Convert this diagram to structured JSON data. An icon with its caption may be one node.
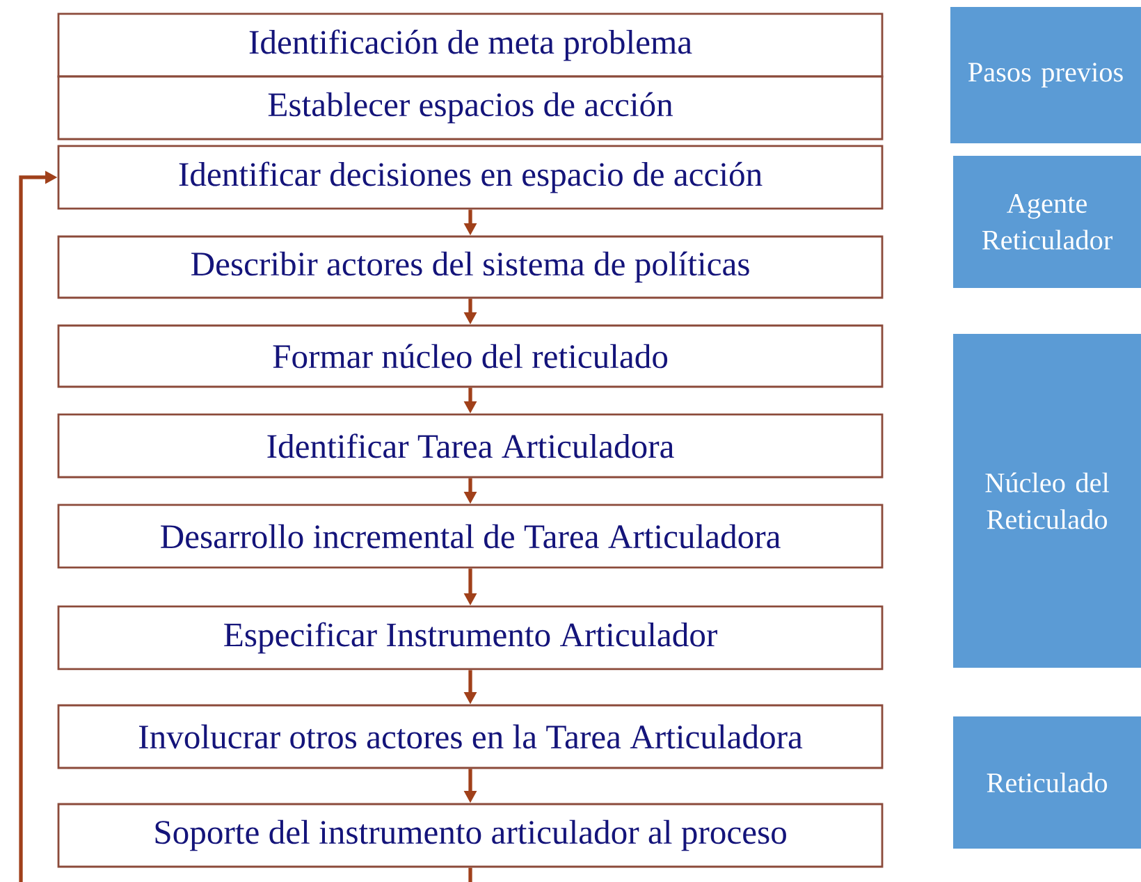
{
  "diagram": {
    "nodes": [
      {
        "text": [
          "Identificación de meta problema"
        ]
      },
      {
        "text": [
          "Establecer espacios de acción"
        ]
      },
      {
        "text": [
          "Identificar decisiones en espacio de acción"
        ]
      },
      {
        "text": [
          "Describir actores del sistema de políticas"
        ]
      },
      {
        "text": [
          "Formar núcleo del reticulado"
        ]
      },
      {
        "text": [
          "Identificar Tarea Articuladora"
        ]
      },
      {
        "text": [
          "Desarrollo incremental de Tarea Articuladora"
        ]
      },
      {
        "text": [
          "Especificar Instrumento Articulador"
        ]
      },
      {
        "text": [
          "Involucrar otros actores en la Tarea Articuladora"
        ]
      },
      {
        "text": [
          "Soporte del instrumento articulador al proceso"
        ]
      },
      {
        "text": [
          "Pasos previos"
        ]
      },
      {
        "text": [
          "Agente Reticulador"
        ]
      },
      {
        "text": [
          "Núcleo del Reticulado"
        ]
      },
      {
        "text": [
          "Reticulado"
        ]
      }
    ],
    "edges": [
      {
        "from": 2,
        "to": 3,
        "arrow": "to"
      },
      {
        "from": 3,
        "to": 4,
        "arrow": "to"
      },
      {
        "from": 4,
        "to": 5,
        "arrow": "to"
      },
      {
        "from": 5,
        "to": 6,
        "arrow": "to"
      },
      {
        "from": 6,
        "to": 7,
        "arrow": "to"
      },
      {
        "from": 7,
        "to": 8,
        "arrow": "to"
      },
      {
        "from": 8,
        "to": 9,
        "arrow": "to"
      },
      {
        "from": 9,
        "to": 2,
        "arrow": "to"
      }
    ]
  }
}
